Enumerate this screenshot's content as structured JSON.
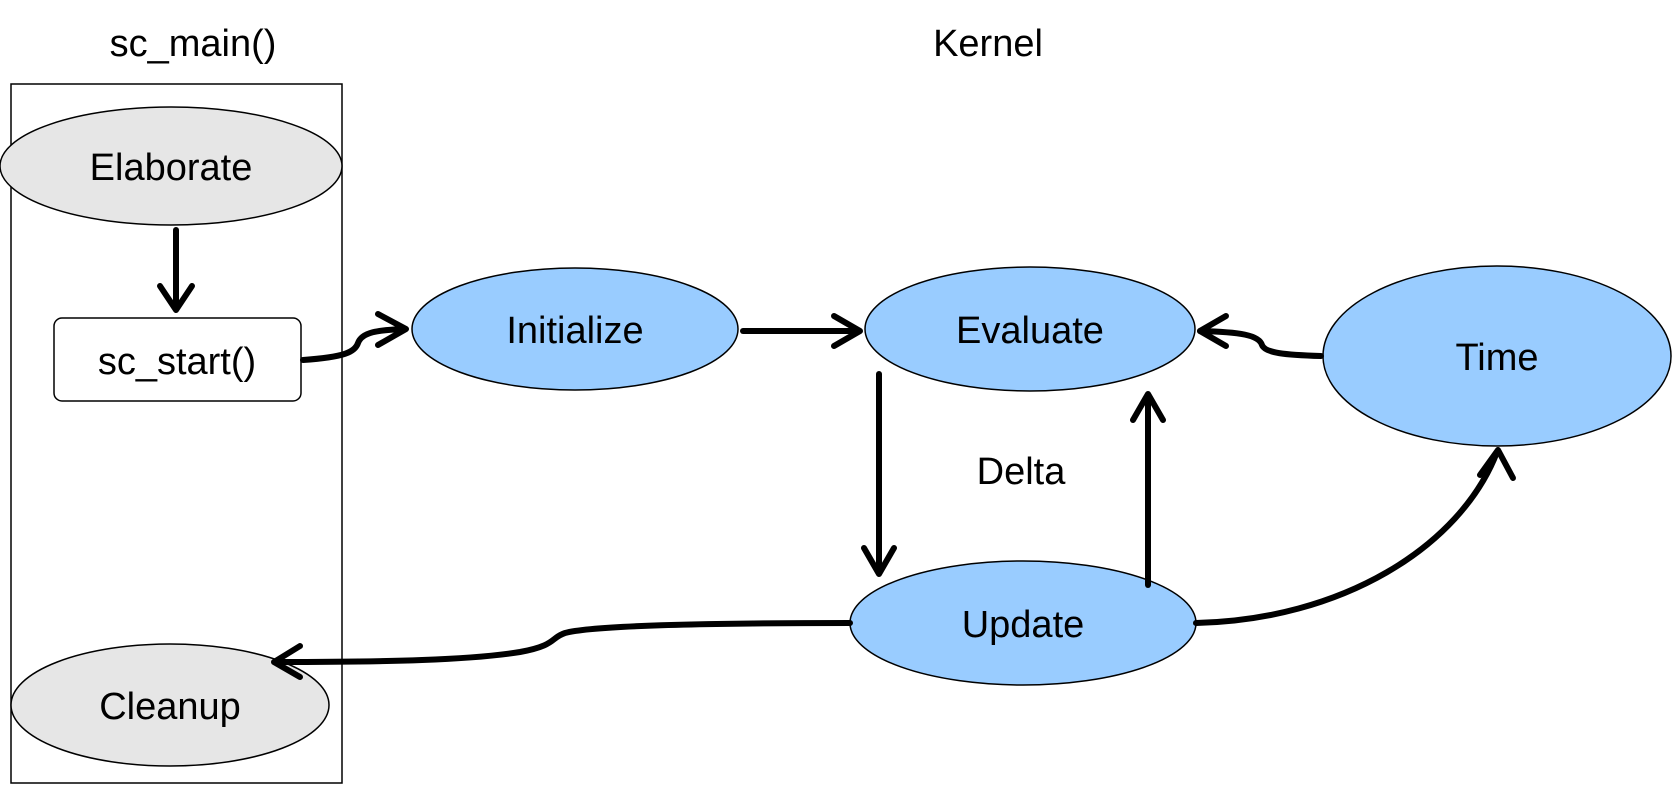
{
  "headers": {
    "left": "sc_main()",
    "right": "Kernel"
  },
  "loop_label": "Delta",
  "nodes": {
    "elaborate": "Elaborate",
    "sc_start": "sc_start()",
    "cleanup": "Cleanup",
    "initialize": "Initialize",
    "evaluate": "Evaluate",
    "update": "Update",
    "time": "Time"
  },
  "colors": {
    "gray_fill": "#e6e6e6",
    "blue_fill": "#99ccff",
    "stroke": "#000000",
    "box_fill": "#ffffff"
  }
}
